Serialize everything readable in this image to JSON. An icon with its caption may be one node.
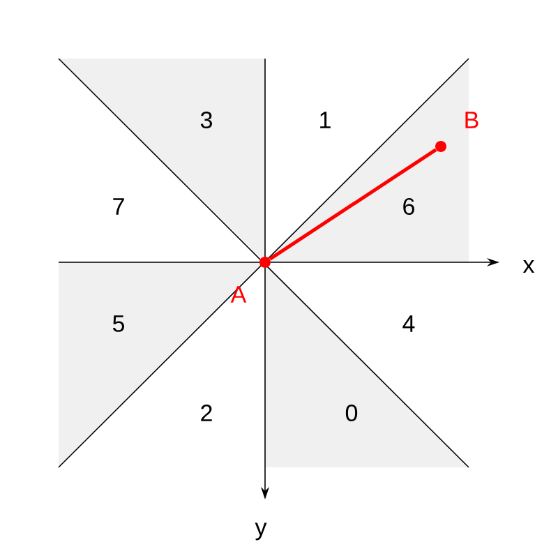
{
  "diagram": {
    "nodes": [
      {
        "text": [],
        "shape": "circle",
        "beside": [
          "A"
        ]
      },
      {
        "text": [],
        "shape": "circle",
        "beside": [
          "B"
        ]
      }
    ],
    "edges": [
      {
        "from": 0,
        "to": 1,
        "arrow": "none",
        "color": "#ff0000"
      }
    ],
    "labels": [
      "3",
      "1",
      "7",
      "6",
      "x",
      "5",
      "4",
      "2",
      "0",
      "y"
    ]
  }
}
